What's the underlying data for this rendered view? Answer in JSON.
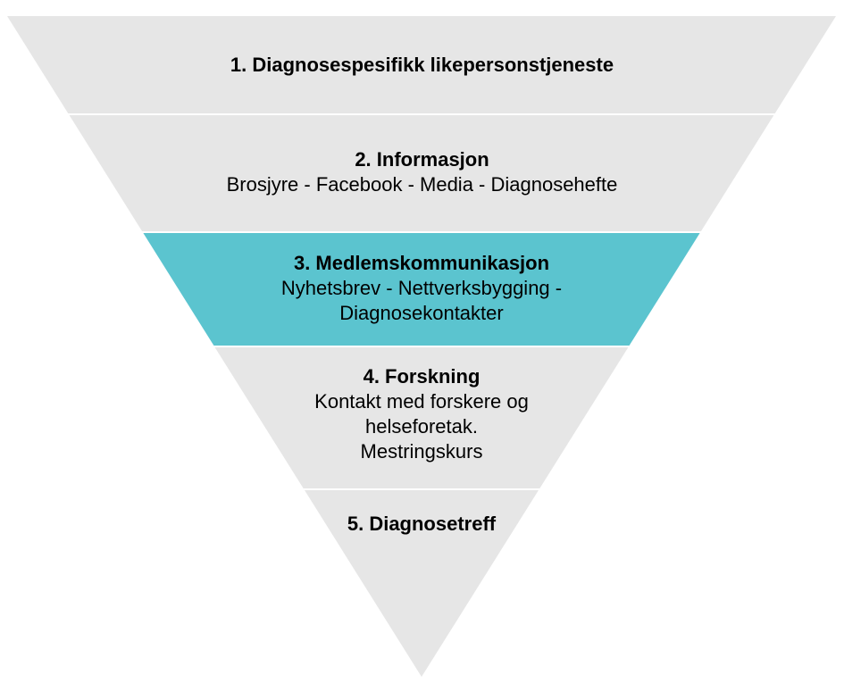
{
  "colors": {
    "band_fill": "#e6e6e6",
    "highlight_fill": "#5bc4cf",
    "separator": "#ffffff"
  },
  "highlighted_level": 3,
  "levels": [
    {
      "title": "1. Diagnosespesifikk likepersonstjeneste",
      "lines": []
    },
    {
      "title": "2. Informasjon",
      "lines": [
        "Brosjyre - Facebook - Media - Diagnosehefte"
      ]
    },
    {
      "title": "3. Medlemskommunikasjon",
      "lines": [
        "Nyhetsbrev - Nettverksbygging -",
        "Diagnosekontakter"
      ]
    },
    {
      "title": "4. Forskning",
      "lines": [
        "Kontakt med forskere og",
        "helseforetak.",
        "Mestringskurs"
      ]
    },
    {
      "title": "5. Diagnosetreff",
      "lines": []
    }
  ]
}
